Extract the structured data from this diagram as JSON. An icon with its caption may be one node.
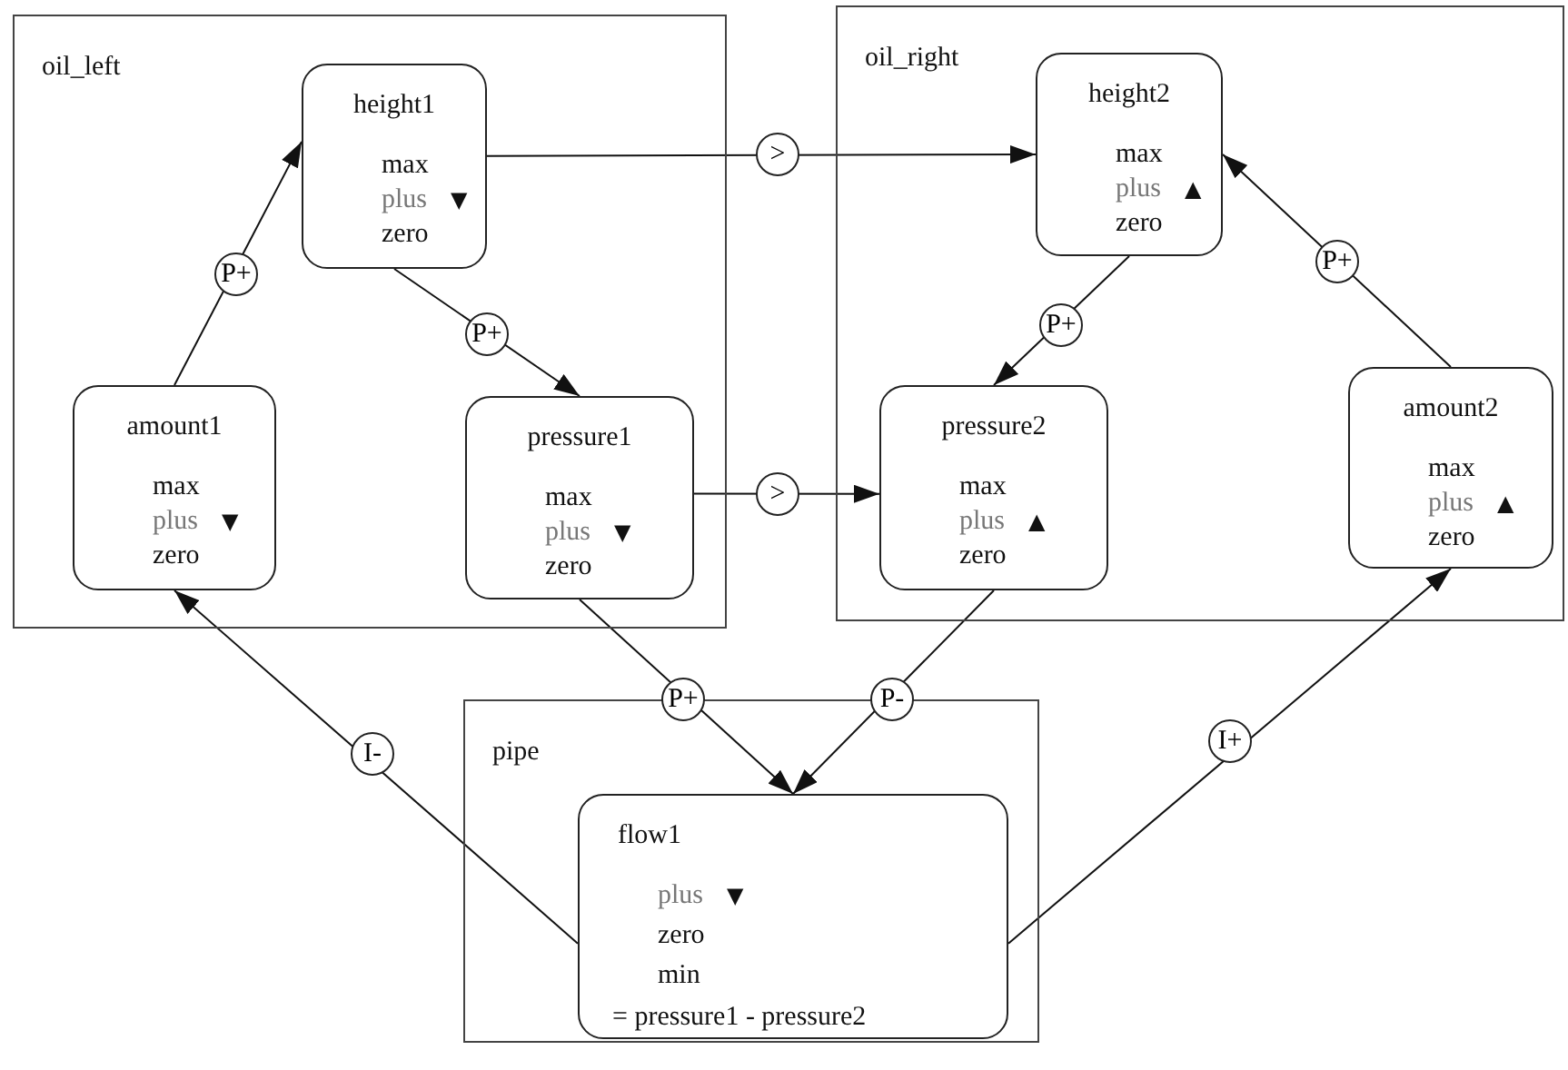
{
  "diagram": {
    "nodes": [
      {
        "text": [
          "oil_left"
        ]
      },
      {
        "text": [
          "height1",
          "max",
          "plus",
          "▼",
          "zero"
        ],
        "in": 0
      },
      {
        "text": [
          "amount1",
          "max",
          "plus",
          "▼",
          "zero"
        ],
        "in": 0
      },
      {
        "text": [
          "pressure1",
          "max",
          "plus",
          "▼",
          "zero"
        ],
        "in": 0
      },
      {
        "text": [
          "oil_right"
        ]
      },
      {
        "text": [
          "height2",
          "max",
          "plus",
          "▲",
          "zero"
        ],
        "in": 4
      },
      {
        "text": [
          "pressure2",
          "max",
          "plus",
          "▲",
          "zero"
        ],
        "in": 4
      },
      {
        "text": [
          "amount2",
          "max",
          "plus",
          "▲",
          "zero"
        ],
        "in": 4
      },
      {
        "text": [
          "pipe"
        ]
      },
      {
        "text": [
          "flow1",
          "plus",
          "▼",
          "zero",
          "min",
          "= pressure1 - pressure2"
        ],
        "in": 8
      }
    ],
    "edges": [
      {
        "from": 2,
        "to": 1,
        "arrow": "to",
        "label": "P+"
      },
      {
        "from": 1,
        "to": 3,
        "arrow": "to",
        "label": "P+"
      },
      {
        "from": 1,
        "to": 5,
        "arrow": "to",
        "label": ">"
      },
      {
        "from": 3,
        "to": 6,
        "arrow": "to",
        "label": ">"
      },
      {
        "from": 5,
        "to": 6,
        "arrow": "to",
        "label": "P+"
      },
      {
        "from": 7,
        "to": 5,
        "arrow": "to",
        "label": "P+"
      },
      {
        "from": 3,
        "to": 9,
        "arrow": "to",
        "label": "P+"
      },
      {
        "from": 6,
        "to": 9,
        "arrow": "to",
        "label": "P-"
      },
      {
        "from": 9,
        "to": 2,
        "arrow": "to",
        "label": "I-"
      },
      {
        "from": 9,
        "to": 7,
        "arrow": "to",
        "label": "I+"
      }
    ]
  }
}
